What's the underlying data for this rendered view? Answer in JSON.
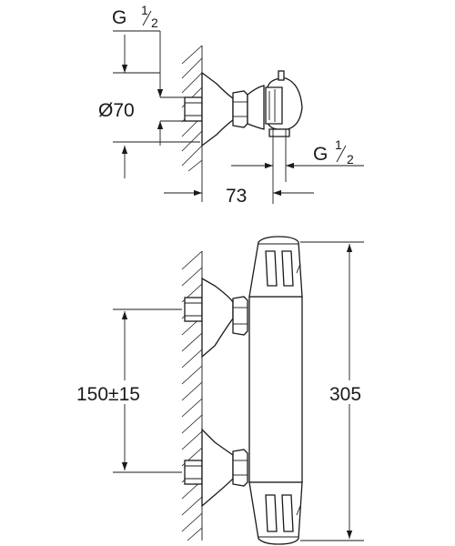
{
  "top_view": {
    "thread_top": {
      "letter": "G",
      "num": "1",
      "den": "2"
    },
    "diameter_label": "Ø70",
    "thread_bottom": {
      "letter": "G",
      "num": "1",
      "den": "2"
    },
    "projection_label": "73"
  },
  "front_view": {
    "centre_distance_label": "150±15",
    "height_label": "305"
  }
}
